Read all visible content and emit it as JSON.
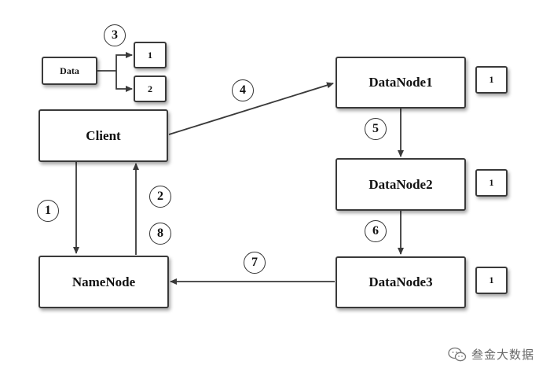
{
  "nodes": {
    "data": "Data",
    "client": "Client",
    "namenode": "NameNode",
    "datanode1": "DataNode1",
    "datanode2": "DataNode2",
    "datanode3": "DataNode3"
  },
  "blocks": {
    "split1": "1",
    "split2": "2",
    "dn1_block": "1",
    "dn2_block": "1",
    "dn3_block": "1"
  },
  "steps": {
    "s1": "1",
    "s2": "2",
    "s3": "3",
    "s4": "4",
    "s5": "5",
    "s6": "6",
    "s7": "7",
    "s8": "8"
  },
  "watermark": {
    "text": "叁金大数据",
    "icon": "wechat-bubble-icon"
  },
  "colors": {
    "stroke": "#3a3a3a",
    "text": "#111111",
    "watermark": "#666666"
  }
}
